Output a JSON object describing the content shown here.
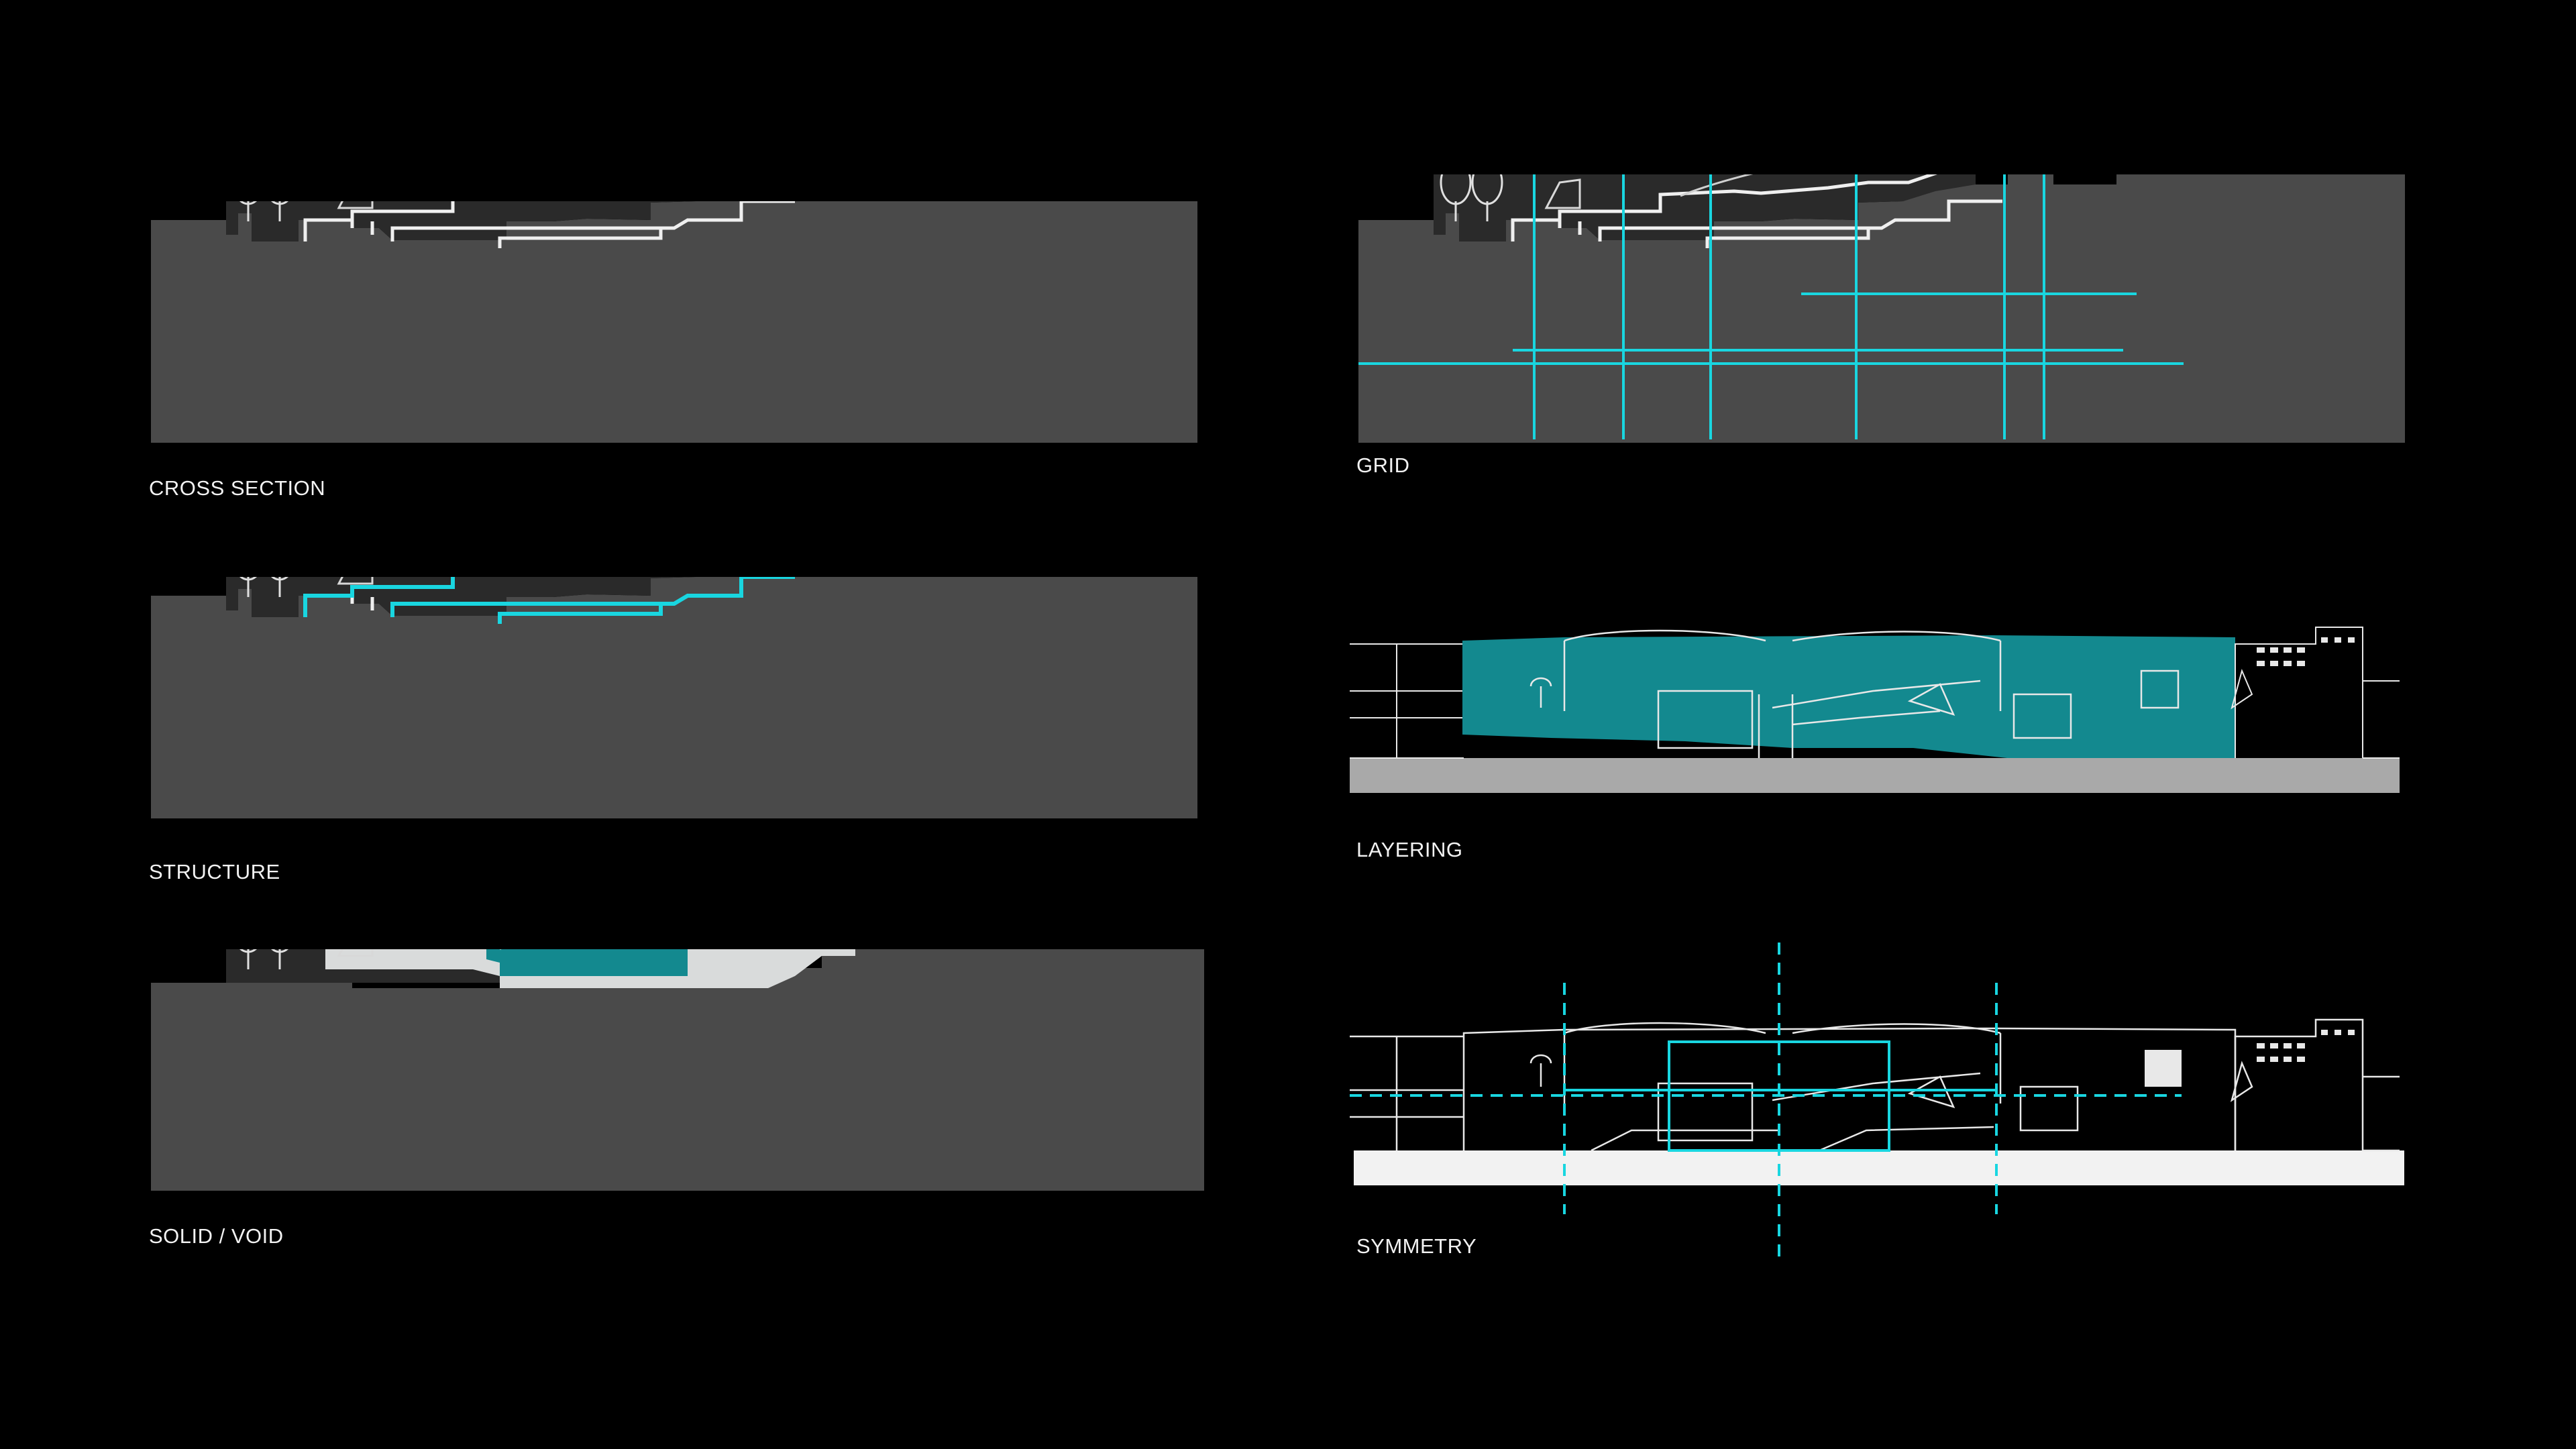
{
  "panels": [
    {
      "id": "cross-section",
      "label": "CROSS SECTION"
    },
    {
      "id": "grid",
      "label": "GRID"
    },
    {
      "id": "structure",
      "label": "STRUCTURE"
    },
    {
      "id": "layering",
      "label": "LAYERING"
    },
    {
      "id": "solid-void",
      "label": "SOLID / VOID"
    },
    {
      "id": "symmetry",
      "label": "SYMMETRY"
    }
  ],
  "colors": {
    "background": "#000000",
    "ground": "#4a4a4a",
    "building": "#2a2a2a",
    "line": "#e8e8e8",
    "accent": "#19d6e0",
    "accent_fill": "#13898f",
    "solid": "#d9dbdb"
  }
}
